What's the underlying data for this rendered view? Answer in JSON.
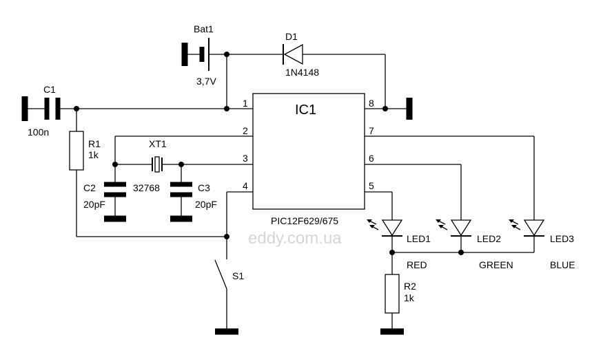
{
  "schematic": {
    "ic": {
      "name": "IC1",
      "part": "PIC12F629/675",
      "pins": [
        "1",
        "2",
        "3",
        "4",
        "5",
        "6",
        "7",
        "8"
      ]
    },
    "battery": {
      "name": "Bat1",
      "value": "3,7V"
    },
    "diode": {
      "name": "D1",
      "value": "1N4148"
    },
    "c1": {
      "name": "C1",
      "value": "100n"
    },
    "r1": {
      "name": "R1",
      "value": "1k"
    },
    "xtal": {
      "name": "XT1",
      "value": "32768"
    },
    "c2": {
      "name": "C2",
      "value": "20pF"
    },
    "c3": {
      "name": "C3",
      "value": "20pF"
    },
    "switch": {
      "name": "S1"
    },
    "led1": {
      "name": "LED1",
      "color": "RED"
    },
    "led2": {
      "name": "LED2",
      "color": "GREEN"
    },
    "led3": {
      "name": "LED3",
      "color": "BLUE"
    },
    "r2": {
      "name": "R2",
      "value": "1k"
    },
    "watermark": "eddy.com.ua"
  }
}
